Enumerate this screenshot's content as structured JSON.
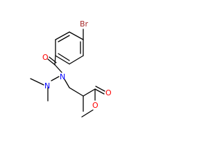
{
  "structure": {
    "kind": "skeletal-formula",
    "atoms": {
      "br": {
        "symbol": "Br",
        "color": "#a52a2a"
      },
      "carbonyl_o": {
        "symbol": "O",
        "color": "#ff0000"
      },
      "amide_n": {
        "symbol": "N",
        "color": "#0000ff"
      },
      "amine_n": {
        "symbol": "N",
        "color": "#0000ff"
      },
      "ester_carbonyl_o": {
        "symbol": "O",
        "color": "#ff0000"
      },
      "ester_o": {
        "symbol": "O",
        "color": "#ff0000"
      }
    },
    "bond_color": "#000000"
  }
}
